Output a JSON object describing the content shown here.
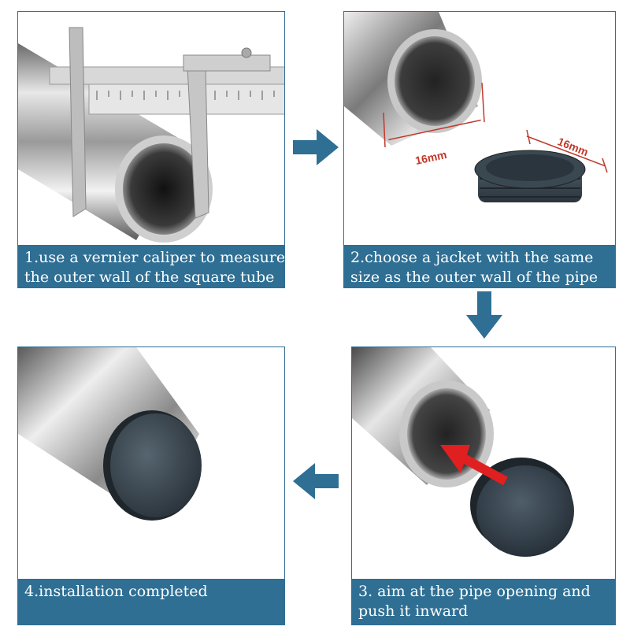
{
  "accent_color": "#2f6f94",
  "steps": [
    {
      "caption_line1": "1.use a vernier caliper to measure",
      "caption_line2": "the outer wall of the square tube"
    },
    {
      "caption_line1": "2.choose a jacket with the same",
      "caption_line2": "size as the outer wall of the pipe",
      "pipe_dimension": "16mm",
      "jacket_dimension": "16mm"
    },
    {
      "caption_line1": "3. aim at the pipe opening and",
      "caption_line2": "push it inward"
    },
    {
      "caption_line1": "4.installation completed",
      "caption_line2": ""
    }
  ],
  "icons": [
    "arrow-right-icon",
    "arrow-down-icon",
    "arrow-left-icon"
  ]
}
